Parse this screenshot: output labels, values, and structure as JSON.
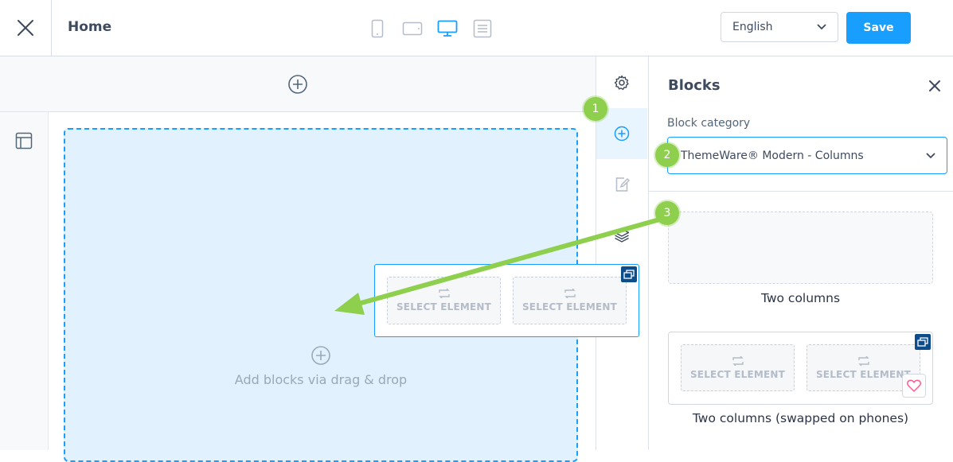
{
  "header": {
    "title": "Home",
    "language": "English",
    "save_label": "Save",
    "devices": [
      "phone-icon",
      "tablet-icon",
      "desktop-icon",
      "list-view-icon"
    ],
    "active_device": "desktop-icon"
  },
  "canvas": {
    "drop_hint": "Add blocks via drag & drop"
  },
  "dragged_block": {
    "slots": [
      "SELECT ELEMENT",
      "SELECT ELEMENT"
    ]
  },
  "panel": {
    "title": "Blocks",
    "category_label": "Block category",
    "category_value": "ThemeWare® Modern - Columns",
    "blocks": [
      {
        "name": "Two columns",
        "slots": []
      },
      {
        "name": "Two columns (swapped on phones)",
        "slots": [
          "SELECT ELEMENT",
          "SELECT ELEMENT"
        ]
      }
    ]
  },
  "annotations": [
    "1",
    "2",
    "3"
  ],
  "colors": {
    "accent": "#189eff",
    "annotation": "#8fcf4e",
    "drop_zone": "#e1f1fd"
  }
}
